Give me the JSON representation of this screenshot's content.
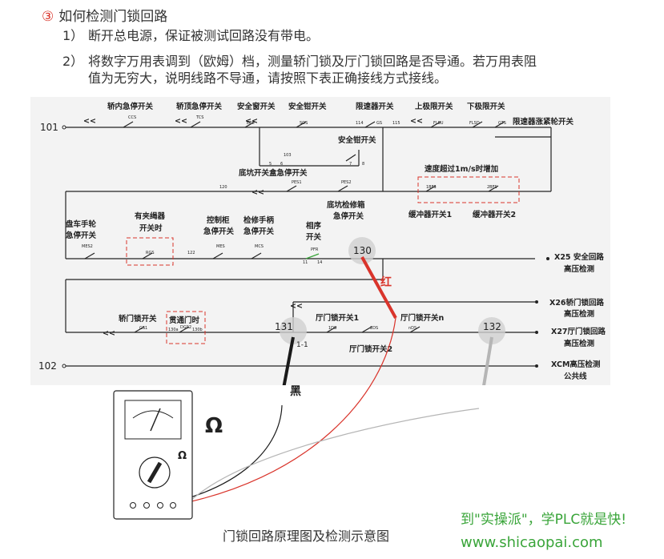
{
  "heading": {
    "number": "③",
    "text": "如何检测门锁回路"
  },
  "steps": [
    {
      "index": "1）",
      "lines": [
        "断开总电源，保证被测试回路没有带电。"
      ]
    },
    {
      "index": "2）",
      "lines": [
        "将数字万用表调到（欧姆）档，测量轿门锁及厅门锁回路是否导通。若万用表阻",
        "值为无穷大，说明线路不导通，请按照下表正确接线方式接线。"
      ]
    }
  ],
  "diagram": {
    "terminals": {
      "t101": "101",
      "t102": "102"
    },
    "row1_labels": {
      "car_stop": "轿内急停开关",
      "top_stop": "轿顶急停开关",
      "window": "安全窗开关",
      "gear": "安全钳开关",
      "governor": "限速器开关",
      "upper_limit": "上极限开关",
      "lower_limit": "下极限开关",
      "tension": "限速器涨紧轮开关"
    },
    "row1_codes": {
      "ccs": "CCS",
      "tcs": "TCS",
      "eec": "EEC",
      "sos": "SOS",
      "c114": "114",
      "gs": "GS",
      "c115": "115",
      "flsu": "FLSU",
      "flsd": "FLSD",
      "gts": "GTS"
    },
    "row2_labels": {
      "gear2": "安全钳开关",
      "pit_box": "底坑开关盒急停开关",
      "overspeed": "速度超过1m/s时增加",
      "pit_repair": "底坑检修箱",
      "pit_repair2": "急停开关",
      "buffer1": "缓冲器开关1",
      "buffer2": "缓冲器开关2"
    },
    "row2_codes": {
      "c120": "120",
      "pes1": "PES1",
      "pes2": "PES2",
      "bfs1": "1BFS",
      "bfs2": "2BFS",
      "k6": "6",
      "k5": "5",
      "k103": "103",
      "k8": "8",
      "k7": "7"
    },
    "row3_labels": {
      "hand1": "盘车手轮",
      "hand2": "急停开关",
      "rope1": "有夹绳器",
      "rope2": "开关时",
      "ctrl1": "控制柜",
      "ctrl2": "急停开关",
      "repair1": "检修手柄",
      "repair2": "急停开关",
      "phase1": "相序",
      "phase2": "开关",
      "x25_1": "X25 安全回路",
      "x25_2": "高压检测"
    },
    "row3_codes": {
      "mes2": "MES2",
      "rgs": "RGS",
      "c122": "122",
      "mes": "MES",
      "mcs": "MCS",
      "pfr": "PFR",
      "c11": "11",
      "c14": "14"
    },
    "row4_labels": {
      "car_door": "轿门锁开关",
      "through1": "贯通门时",
      "hall1": "厅门锁开关1",
      "halln": "厅门锁开关n",
      "hall2": "厅门锁开关2",
      "x26_1": "X26轿门锁回路",
      "x26_2": "高压检测",
      "x27_1": "X27厅门锁回路",
      "x27_2": "高压检测",
      "xcm_1": "XCM高压检测",
      "xcm_2": "公共线"
    },
    "row4_codes": {
      "gs1": "GS1",
      "c130a": "130a",
      "dgs2": "DGS2",
      "c130b": "130b",
      "ds1": "1DS",
      "ds2": "2DS",
      "dsn": "nDS",
      "n11": "1-1"
    },
    "points": {
      "p130": "130",
      "p131": "131",
      "p132": "132"
    },
    "probes": {
      "red": "红",
      "black": "黑"
    },
    "meter": {
      "ohm_big": "Ω",
      "ohm_small": "Ω"
    },
    "colors": {
      "red": "#d9342b",
      "black": "#1a1a1a",
      "grey": "#b5b5b5",
      "dash": "#d9342b"
    }
  },
  "caption": "门锁回路原理图及检测示意图",
  "promo": "到\"实操派\"，学PLC就是快!",
  "url": "www.shicaopai.com"
}
